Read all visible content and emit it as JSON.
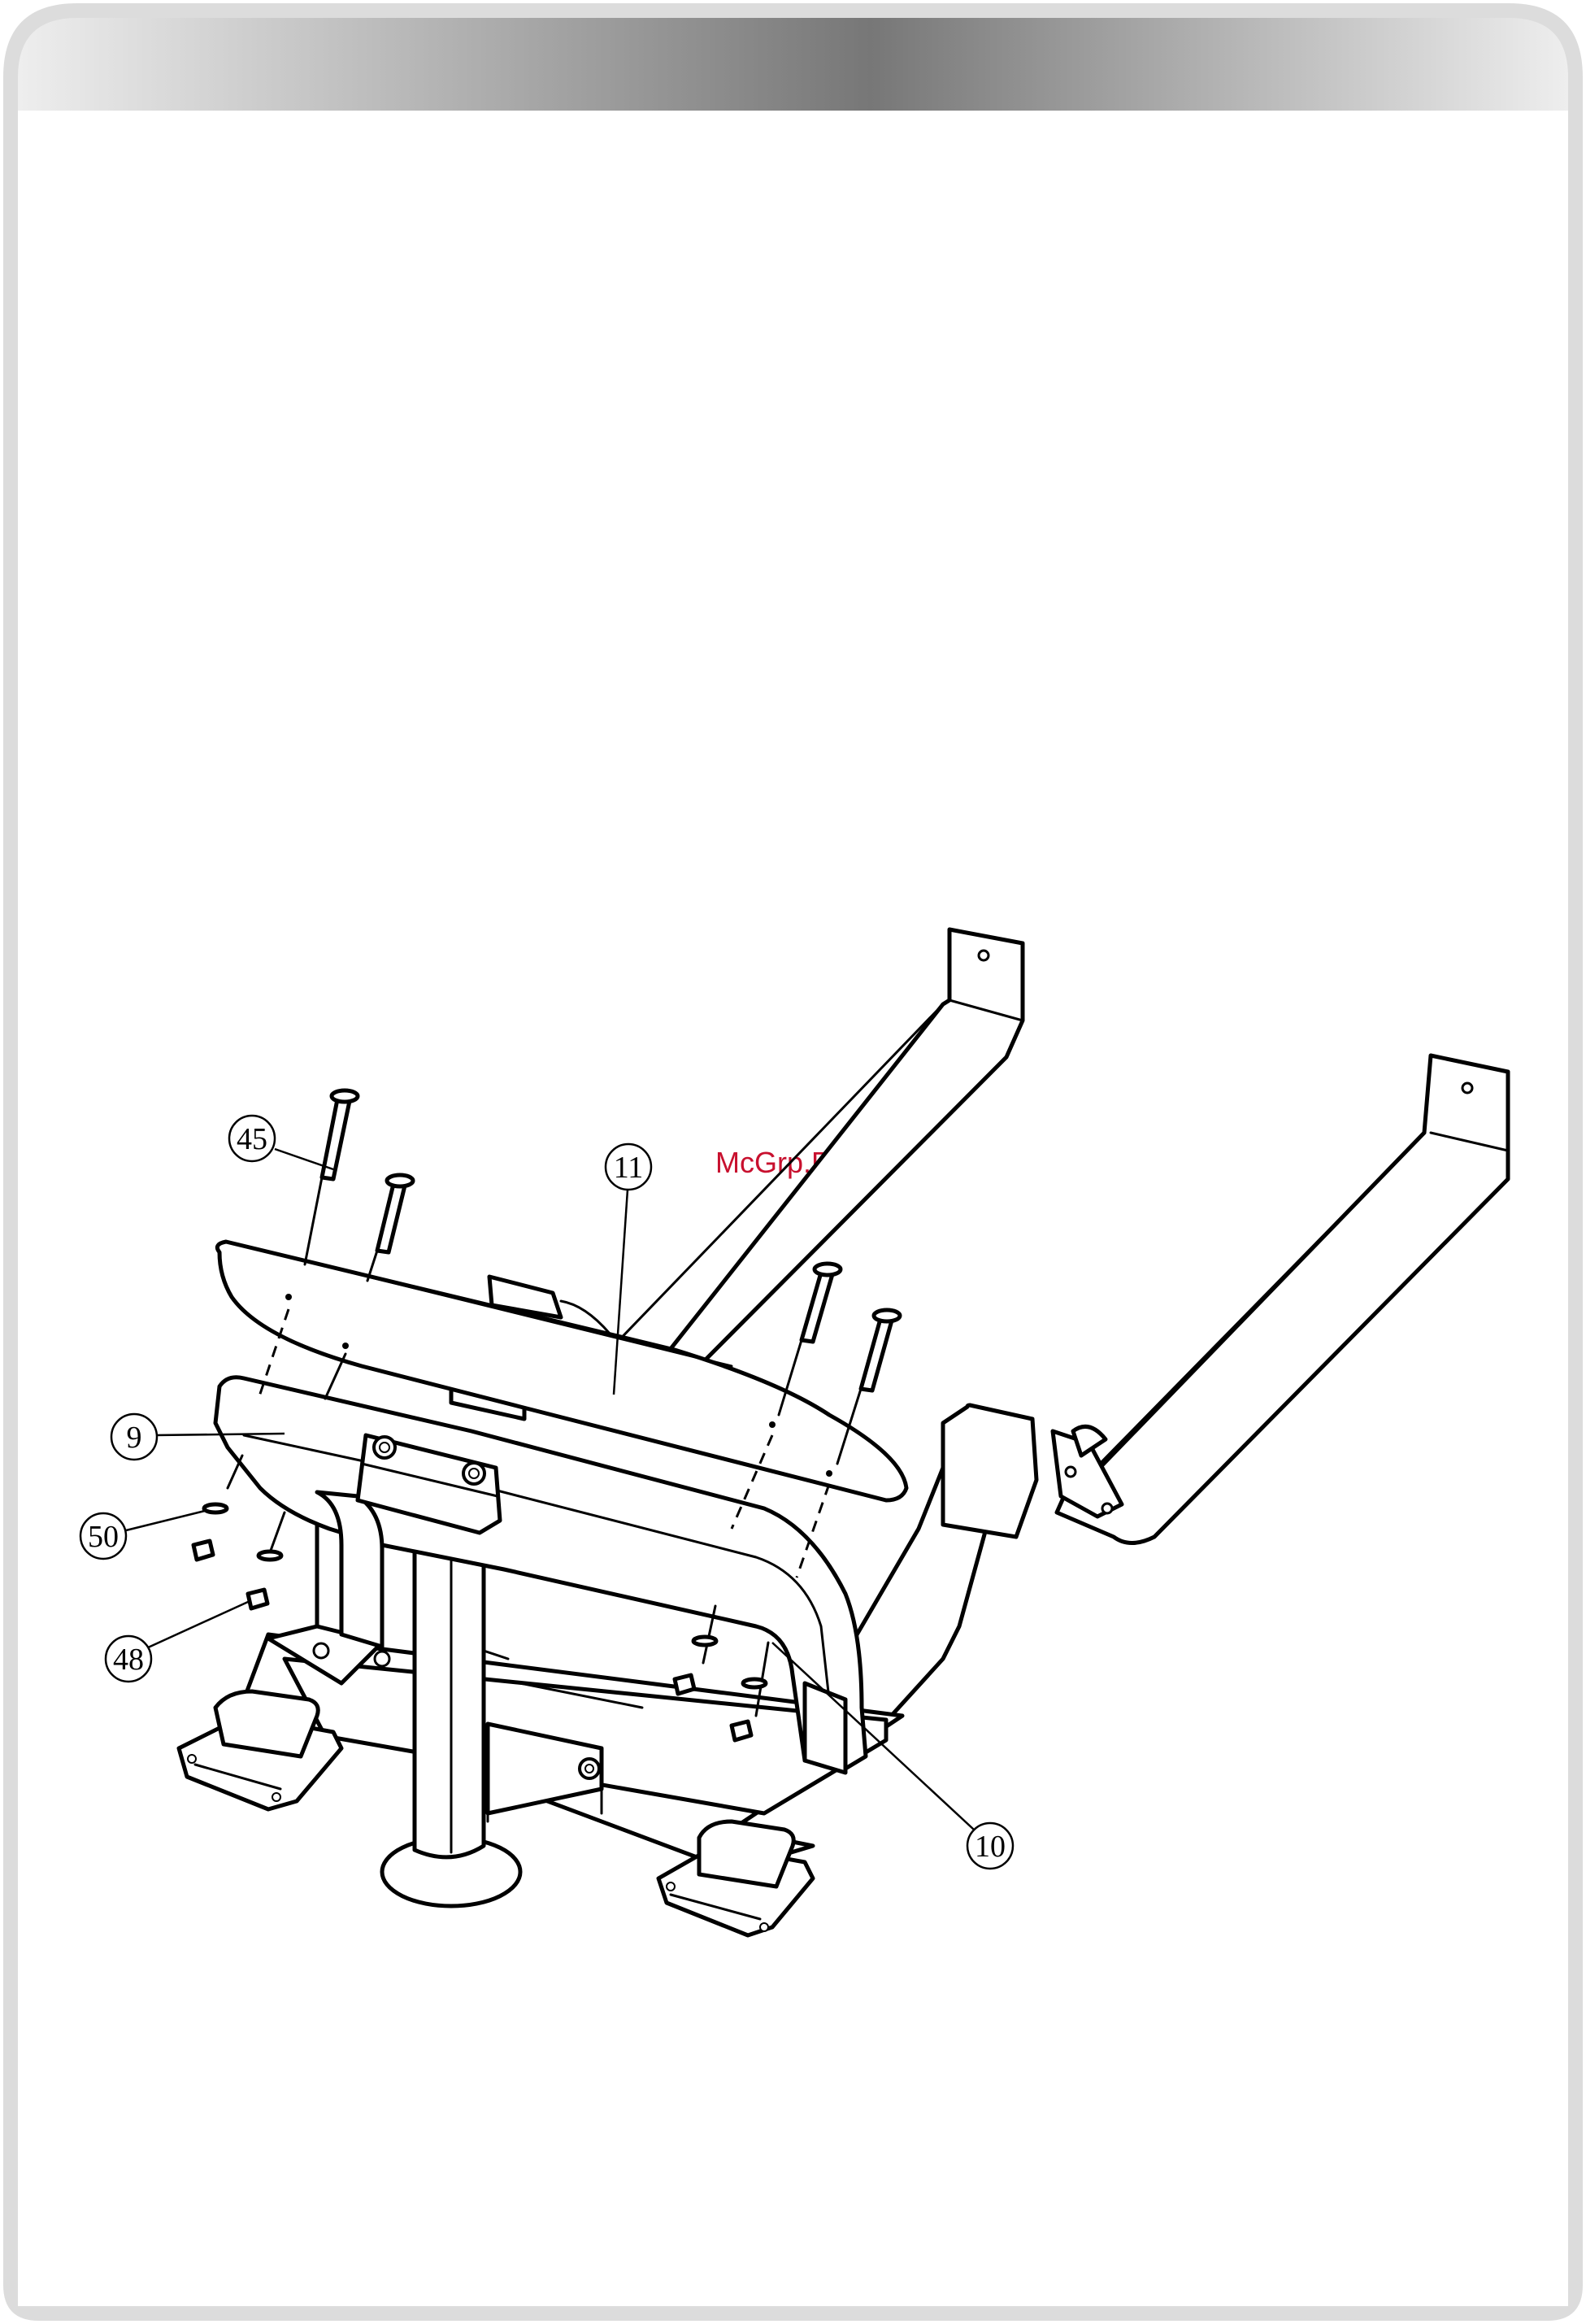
{
  "watermark": "McGrp.Ru",
  "colors": {
    "header_gradient_edge": "#e6e6e6",
    "header_gradient_mid": "#7a7a7a",
    "frame_border": "#d9d9d9",
    "watermark": "#c8102e"
  },
  "callouts": [
    {
      "id": "45",
      "label": "45"
    },
    {
      "id": "11",
      "label": "11"
    },
    {
      "id": "9",
      "label": "9"
    },
    {
      "id": "50",
      "label": "50"
    },
    {
      "id": "48",
      "label": "48"
    },
    {
      "id": "10",
      "label": "10"
    }
  ]
}
